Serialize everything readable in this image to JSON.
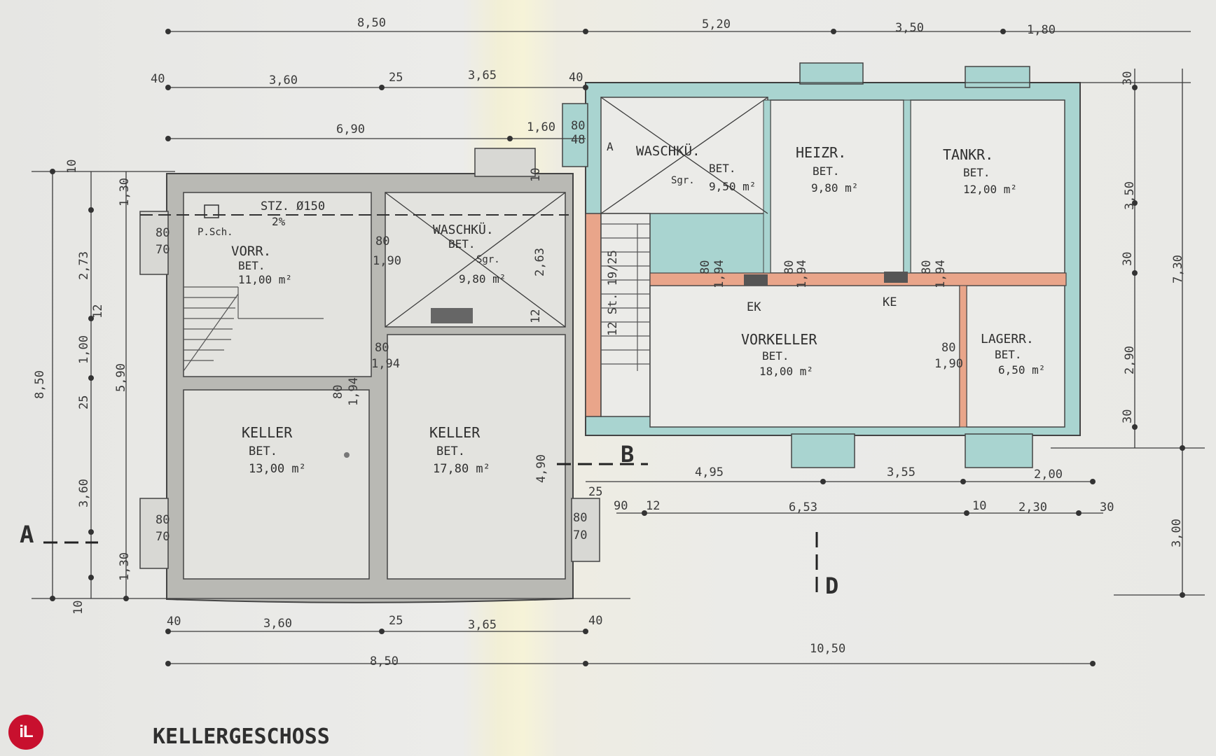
{
  "title": "KELLERGESCHOSS",
  "logo_text": "iL",
  "dims": {
    "top_8_50": "8,50",
    "top_5_20": "5,20",
    "top_3_50": "3,50",
    "top_1_80": "1,80",
    "r2_40": "40",
    "r2_3_60": "3,60",
    "r2_25": "25",
    "r2_3_65": "3,65",
    "r2_40b": "40",
    "r3_6_90": "6,90",
    "r3_1_60": "1,60",
    "left_10": "10",
    "left_1_30": "1,30",
    "left_2_73": "2,73",
    "left_12": "12",
    "left_1_00": "1,00",
    "left_25": "25",
    "left_3_60": "3,60",
    "left_1_30b": "1,30",
    "left_10b": "10",
    "left_8_50": "8,50",
    "left_5_90": "5,90",
    "win_80a": "80",
    "win_70a": "70",
    "win_80b": "80",
    "win_70b": "70",
    "win_80c": "80",
    "win_70c": "70",
    "win_80d": "80",
    "win_48": "48",
    "inner_80": "80",
    "inner_1_90": "1,90",
    "inner_2_63": "2,63",
    "inner_12": "12",
    "inner_80b": "80",
    "inner_1_94": "1,94",
    "inner_80c": "80",
    "inner_1_94b": "1,94",
    "inner_4_90": "4,90",
    "inner_25": "25",
    "inner_10": "10",
    "bot_40": "40",
    "bot_3_60": "3,60",
    "bot_25": "25",
    "bot_3_65": "3,65",
    "bot_40b": "40",
    "bot_8_50": "8,50",
    "bot_10_50": "10,50",
    "r_4_95": "4,95",
    "r_3_55": "3,55",
    "r_2_00": "2,00",
    "r_90": "90",
    "r_12": "12",
    "r_6_53": "6,53",
    "r_10": "10",
    "r_2_30": "2,30",
    "r_30": "30",
    "rs_30": "30",
    "rs_3_50": "3,50",
    "rs_30b": "30",
    "rs_7_30": "7,30",
    "rs_2_90": "2,90",
    "rs_30c": "30",
    "rs_3_00": "3,00",
    "rn_80": "80",
    "rn_1_94": "1,94",
    "rn_80b": "80",
    "rn_1_94b": "1,94",
    "rn_80c": "80",
    "rn_1_94c": "1,94",
    "rn_80d": "80",
    "rn_1_90": "1,90",
    "stair": "12 St. 19/25"
  },
  "rooms": {
    "vorr_name": "VORR.",
    "vorr_sub": "BET.",
    "vorr_area": "11,00 m²",
    "wasch1_name": "WASCHKÜ.",
    "wasch1_sub": "BET.",
    "wasch1_area": "9,80 m²",
    "wasch1_note": "Sgr.",
    "keller1_name": "KELLER",
    "keller1_sub": "BET.",
    "keller1_area": "13,00 m²",
    "keller2_name": "KELLER",
    "keller2_sub": "BET.",
    "keller2_area": "17,80 m²",
    "wasch2_name": "WASCHKÜ.",
    "wasch2_sub": "BET.",
    "wasch2_area": "9,50 m²",
    "wasch2_note": "Sgr.",
    "heiz_name": "HEIZR.",
    "heiz_sub": "BET.",
    "heiz_area": "9,80 m²",
    "tank_name": "TANKR.",
    "tank_sub": "BET.",
    "tank_area": "12,00 m²",
    "vork_name": "VORKELLER",
    "vork_sub": "BET.",
    "vork_area": "18,00 m²",
    "lager_name": "LAGERR.",
    "lager_sub": "BET.",
    "lager_area": "6,50 m²"
  },
  "notes": {
    "stz": "STZ. Ø150",
    "pct": "2%",
    "psch": "P.Sch.",
    "ek": "EK",
    "ke": "KE",
    "sec_a": "A",
    "sec_b": "B",
    "sec_d": "D",
    "sec_a_small": "A"
  },
  "colors": {
    "teal_wall": "#a9d4d0",
    "orange_wall": "#e9a58a",
    "grey_wall": "#b9b9b4"
  }
}
